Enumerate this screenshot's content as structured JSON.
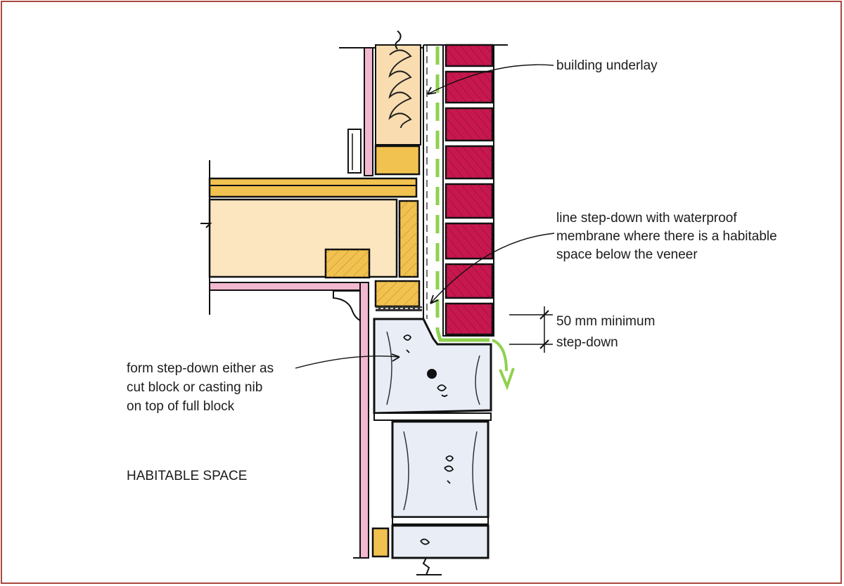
{
  "annotations": {
    "building_underlay": "building underlay",
    "line_step_down": [
      "line step-down with waterproof",
      "membrane where there is a habitable",
      "space below the veneer"
    ],
    "dimension": [
      "50 mm minimum",
      "step-down"
    ],
    "form_step_down": [
      "form step-down either as",
      "cut block or casting nib",
      "on top of full block"
    ],
    "habitable_space": "HABITABLE SPACE"
  },
  "colors": {
    "frame": "#a8493f",
    "brick": "#c8174f",
    "timber": "#f2c250",
    "insulation": "#f9ddb0",
    "joist_fill": "#fbe6c0",
    "lining": "#f2b8d0",
    "concrete_block": "#e8edf6",
    "membrane": "#8fd14f"
  },
  "icons": [
    "down-arrow-icon"
  ]
}
